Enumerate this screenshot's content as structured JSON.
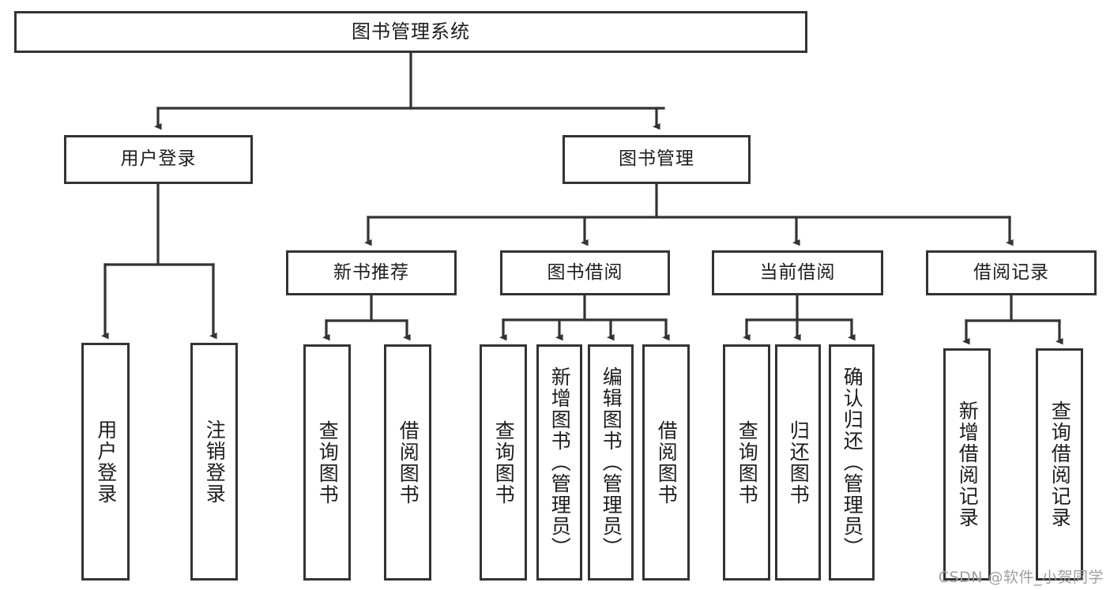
{
  "diagram": {
    "title": "图书管理系统",
    "type": "tree",
    "orientation": "top-down",
    "colors": {
      "box_border": "#333333",
      "box_fill": "#ffffff",
      "edge": "#333333",
      "text": "#1d1d1d",
      "watermark": "#9e9e9e",
      "background": "#ffffff"
    },
    "nodes": {
      "root": {
        "label": "图书管理系统",
        "level": 0,
        "orientation": "horizontal"
      },
      "level1": [
        {
          "id": "user-login",
          "label": "用户登录",
          "orientation": "horizontal"
        },
        {
          "id": "book-manage",
          "label": "图书管理",
          "orientation": "horizontal"
        }
      ],
      "level2": [
        {
          "id": "new-book-recommend",
          "label": "新书推荐",
          "orientation": "horizontal",
          "parent": "book-manage"
        },
        {
          "id": "book-borrow",
          "label": "图书借阅",
          "orientation": "horizontal",
          "parent": "book-manage"
        },
        {
          "id": "current-borrow",
          "label": "当前借阅",
          "orientation": "horizontal",
          "parent": "book-manage"
        },
        {
          "id": "borrow-record",
          "label": "借阅记录",
          "orientation": "horizontal",
          "parent": "book-manage"
        }
      ],
      "leaves": {
        "user-login": [
          {
            "id": "leaf-user-login",
            "label": "用户登录"
          },
          {
            "id": "leaf-user-logout",
            "label": "注销登录"
          }
        ],
        "new-book-recommend": [
          {
            "id": "leaf-query-book-1",
            "label": "查询图书"
          },
          {
            "id": "leaf-borrow-book-1",
            "label": "借阅图书"
          }
        ],
        "book-borrow": [
          {
            "id": "leaf-query-book-2",
            "label": "查询图书"
          },
          {
            "id": "leaf-add-book",
            "label": "新增图书（管理员）"
          },
          {
            "id": "leaf-edit-book",
            "label": "编辑图书（管理员）"
          },
          {
            "id": "leaf-borrow-book-2",
            "label": "借阅图书"
          }
        ],
        "current-borrow": [
          {
            "id": "leaf-query-book-3",
            "label": "查询图书"
          },
          {
            "id": "leaf-return-book",
            "label": "归还图书"
          },
          {
            "id": "leaf-confirm-return",
            "label": "确认归还（管理员）"
          }
        ],
        "borrow-record": [
          {
            "id": "leaf-add-record",
            "label": "新增借阅记录"
          },
          {
            "id": "leaf-query-record",
            "label": "查询借阅记录"
          }
        ]
      }
    },
    "watermark": "CSDN @软件_小贺同学"
  }
}
